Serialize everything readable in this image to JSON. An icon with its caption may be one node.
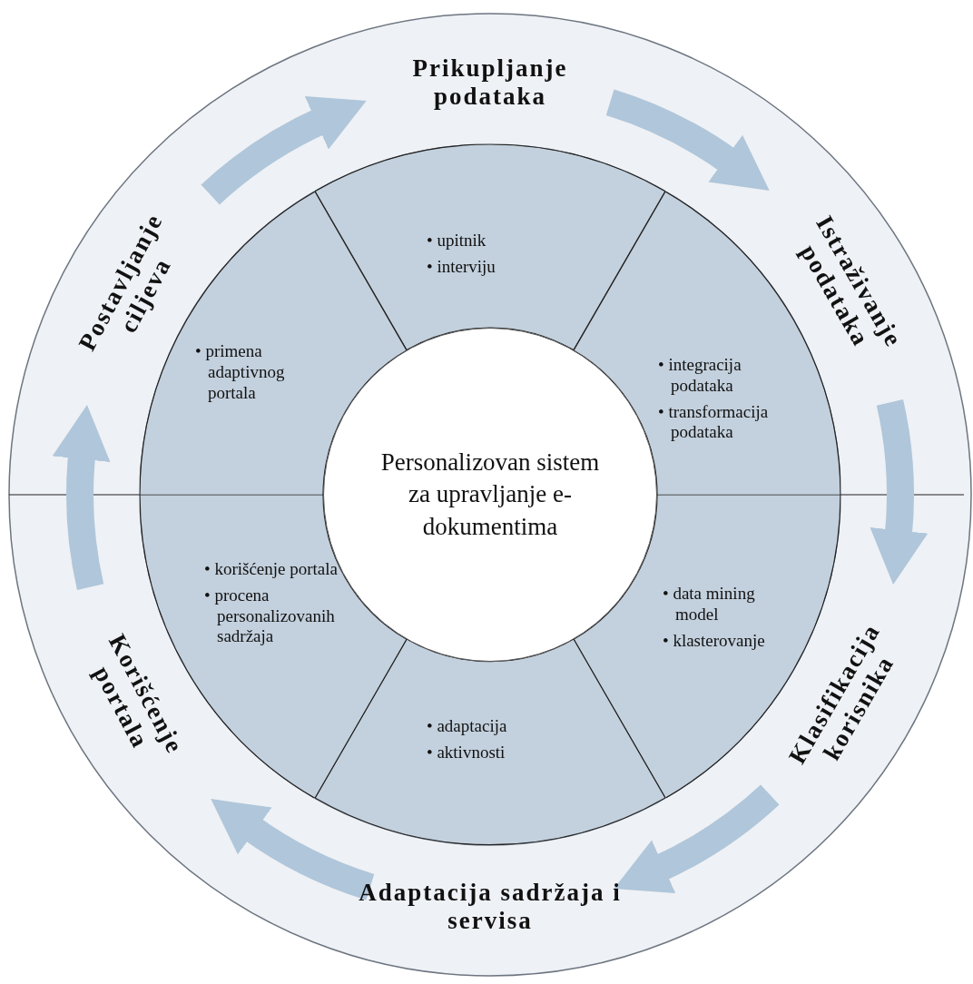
{
  "diagram": {
    "nodes": [
      {
        "text": [
          "Personalizovan sistem za upravljanje e-dokumentima"
        ]
      },
      {
        "text": [
          "Prikupljanje podataka"
        ]
      },
      {
        "text": [
          "Istraživanje podataka"
        ]
      },
      {
        "text": [
          "Klasifikacija korisnika"
        ]
      },
      {
        "text": [
          "Adaptacija sadržaja i servisa"
        ]
      },
      {
        "text": [
          "Korišćenje portala"
        ]
      },
      {
        "text": [
          "Postavljanje ciljeva"
        ]
      },
      {
        "text": [
          "• upitnik",
          "• interviju"
        ]
      },
      {
        "text": [
          "• integracija podataka",
          "• transformacija podataka"
        ]
      },
      {
        "text": [
          "• data mining model",
          "• klasterovanje"
        ]
      },
      {
        "text": [
          "• adaptacija",
          "• aktivnosti"
        ]
      },
      {
        "text": [
          "• korišćenje portala",
          "• procena personalizovanih sadržaja"
        ]
      },
      {
        "text": [
          "• primena adaptivnog portala"
        ]
      }
    ],
    "edges": [
      {
        "from": 1,
        "to": 2,
        "arrow": "to"
      },
      {
        "from": 2,
        "to": 3,
        "arrow": "to"
      },
      {
        "from": 3,
        "to": 4,
        "arrow": "to"
      },
      {
        "from": 4,
        "to": 5,
        "arrow": "to"
      },
      {
        "from": 5,
        "to": 6,
        "arrow": "to"
      },
      {
        "from": 6,
        "to": 1,
        "arrow": "to"
      }
    ]
  }
}
